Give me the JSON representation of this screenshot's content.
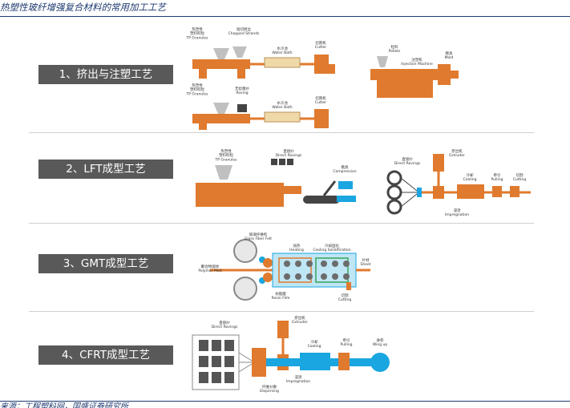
{
  "page": {
    "title": "热塑性玻纤增强复合材料的常用加工工艺",
    "footer": "来源：工程塑料网，国盛证券研究所"
  },
  "colors": {
    "machine": "#e07a2e",
    "impregnation": "#1aa6e0",
    "label_bg": "#595959",
    "header_line": "#1f3a70"
  },
  "sections": [
    {
      "label": "1、挤出与注塑工艺"
    },
    {
      "label": "2、LFT成型工艺"
    },
    {
      "label": "3、GMT成型工艺"
    },
    {
      "label": "4、CFRT成型工艺"
    }
  ],
  "s1": {
    "top": {
      "granules": "热塑性\n塑料料粒\nTP Granules",
      "strands": "短切原丝\nChopped Strands",
      "bath": "水冷池\nWater Bath",
      "cutter": "切割机\nCutter"
    },
    "bottom": {
      "granules": "热塑性\n塑料料粒\nTP Granules",
      "roving": "无捻粗纱\nRoving",
      "bath": "水冷池\nWater Bath",
      "cutter": "切割机\nCutter"
    },
    "injection": {
      "pellets": "粒料\nPellets",
      "machine": "注塑机\nInjection Machine",
      "mold": "模具\nMold"
    }
  },
  "s2": {
    "left": {
      "granules": "热塑性\n塑料料粒\nTP Granules",
      "rovings": "直接纱\nDirect Rovings",
      "compression": "模具\nCompression"
    },
    "right": {
      "rovings": "直接纱\nDirect Rovings",
      "extruder": "挤出机\nExtruder",
      "cooling": "冷却\nCooling",
      "pulling": "牵引\nPulling",
      "cutting": "切割\nCutting",
      "impregnation": "浸渍\nImpregnation"
    }
  },
  "s3": {
    "glass_felt": "玻璃纤维毡\nGlass Fiber Felt",
    "polymer_melt": "聚合物熔体\nPolymer Melt",
    "heating": "加热\nHeating",
    "cooling": "冷却固化\nCooling Solidification",
    "sheet": "片材\nSheet",
    "resin_film": "树脂膜\nResin Film",
    "cutting": "切割\nCutting"
  },
  "s4": {
    "rovings": "直接纱\nDirect Rovings",
    "extruder": "挤出机\nExtruder",
    "cooling": "冷却\nCooling",
    "pulling": "牵引\nPulling",
    "winding": "收卷\nWing up",
    "impregnation": "浸渍\nImpregnation",
    "dispersing": "纤维分散\nDispersing"
  }
}
